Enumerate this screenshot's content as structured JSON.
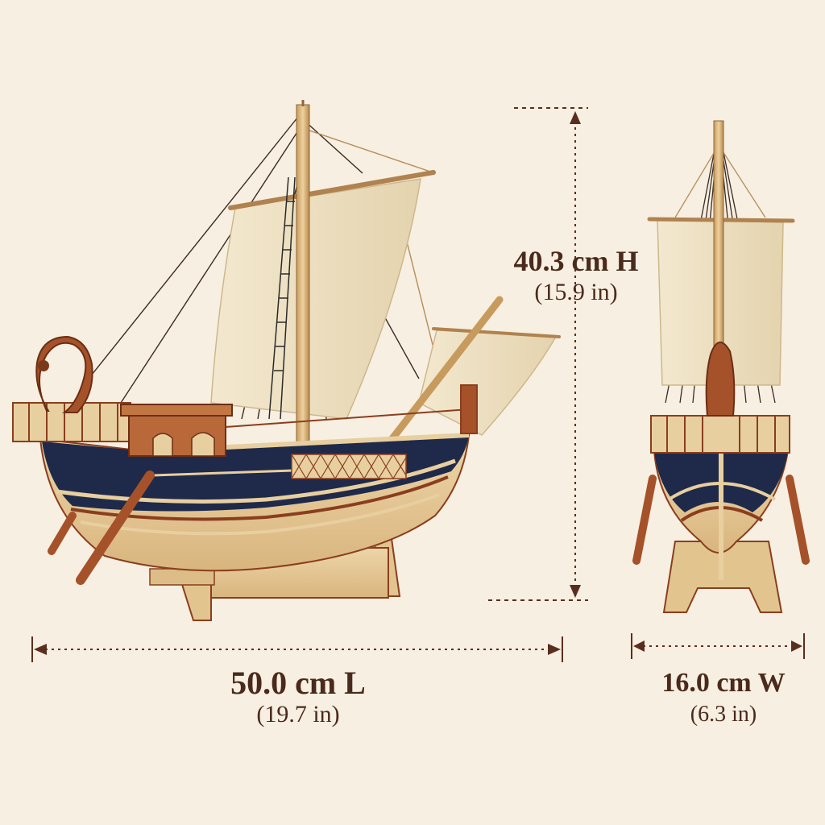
{
  "image": {
    "description_free": true
  },
  "dimensions": {
    "length": {
      "primary": "50.0 cm L",
      "secondary": "(19.7 in)"
    },
    "height": {
      "primary": "40.3 cm H",
      "secondary": "(15.9 in)"
    },
    "width": {
      "primary": "16.0 cm W",
      "secondary": "(6.3 in)"
    }
  },
  "colors": {
    "background": "#f7efe1",
    "hull_blue": "#1f2a4a",
    "light_wood": "#e8cfa0",
    "dark_wood": "#8a3e1e",
    "sail": "#efe3c8",
    "text": "#4a2a1c"
  }
}
